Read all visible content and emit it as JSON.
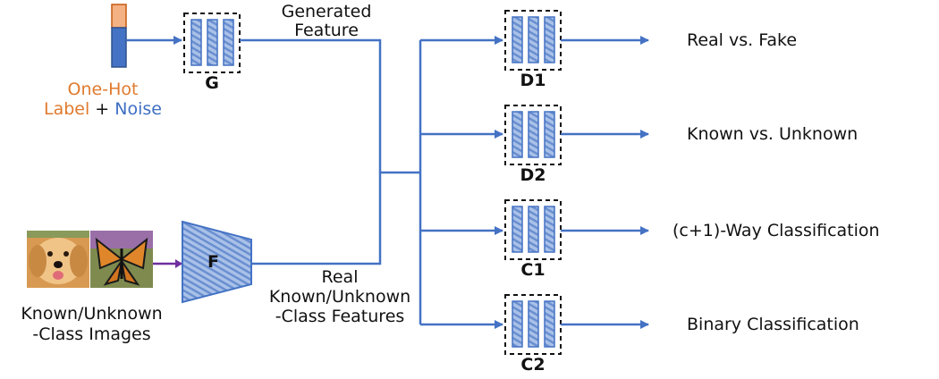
{
  "noise_label": {
    "line1": "One-Hot",
    "line2_a": "Label",
    "line2_plus": " + ",
    "line2_b": "Noise"
  },
  "generator": {
    "label": "G"
  },
  "generated_feature": {
    "line1": "Generated",
    "line2": "Feature"
  },
  "images": {
    "caption_line1": "Known/Unknown",
    "caption_line2": "-Class Images",
    "items": [
      "puppy-photo",
      "butterfly-photo"
    ]
  },
  "extractor": {
    "label": "F"
  },
  "real_features": {
    "line1": "Real",
    "line2": "Known/Unknown",
    "line3": "-Class Features"
  },
  "heads": [
    {
      "label": "D1",
      "output": "Real vs. Fake"
    },
    {
      "label": "D2",
      "output": "Known vs. Unknown"
    },
    {
      "label": "C1",
      "output": "(c+1)-Way Classification"
    },
    {
      "label": "C2",
      "output": "Binary Classification"
    }
  ],
  "colors": {
    "arrow": "#4472c4",
    "block_fill": "#a9c1e8",
    "block_stripe": "#5b84cc",
    "onehot": "#f4b183",
    "noise": "#4472c4",
    "label_orange": "#e07a2e"
  }
}
